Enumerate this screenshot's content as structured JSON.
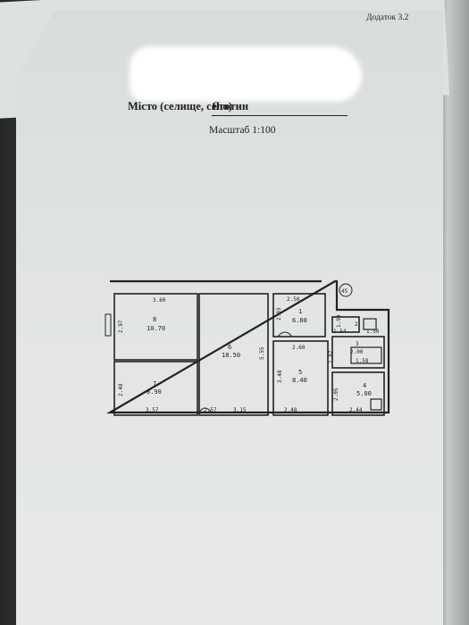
{
  "document": {
    "appendix": "Додаток 3.2",
    "city_label": "Місто (селище, село)",
    "city_value": "Яготин",
    "scale": "Масштаб 1:100"
  },
  "floor_plan": {
    "rooms": [
      {
        "number": "8",
        "area": "10.70"
      },
      {
        "number": "7",
        "area": "8.90"
      },
      {
        "number": "6",
        "area": "18.50"
      },
      {
        "number": "5",
        "area": "8.40"
      },
      {
        "number": "1",
        "area": "6.80"
      },
      {
        "number": "2",
        "area": "1.54"
      },
      {
        "number": "3",
        "area": "2.00"
      },
      {
        "number": "4",
        "area": "5.00"
      }
    ],
    "dimensions": {
      "room8_top": "3.60",
      "room8_side": "2.97",
      "room7_side": "2.48",
      "room7_bottom": "3.57",
      "room6_side": "5.55",
      "room6_bottom": "3.15",
      "door_mark": "2.57",
      "room5_top": "2.60",
      "room5_side": "3.48",
      "room5_bottom": "2.48",
      "room1_top": "2.50",
      "room1_side": "2.03",
      "room2_dim": "1.50",
      "bath_dim": "1.58",
      "room4_side": "2.05",
      "room4_bottom": "2.44",
      "hall_dim": "1.87",
      "small_dim": "1.99",
      "corner_mark": "45"
    }
  }
}
